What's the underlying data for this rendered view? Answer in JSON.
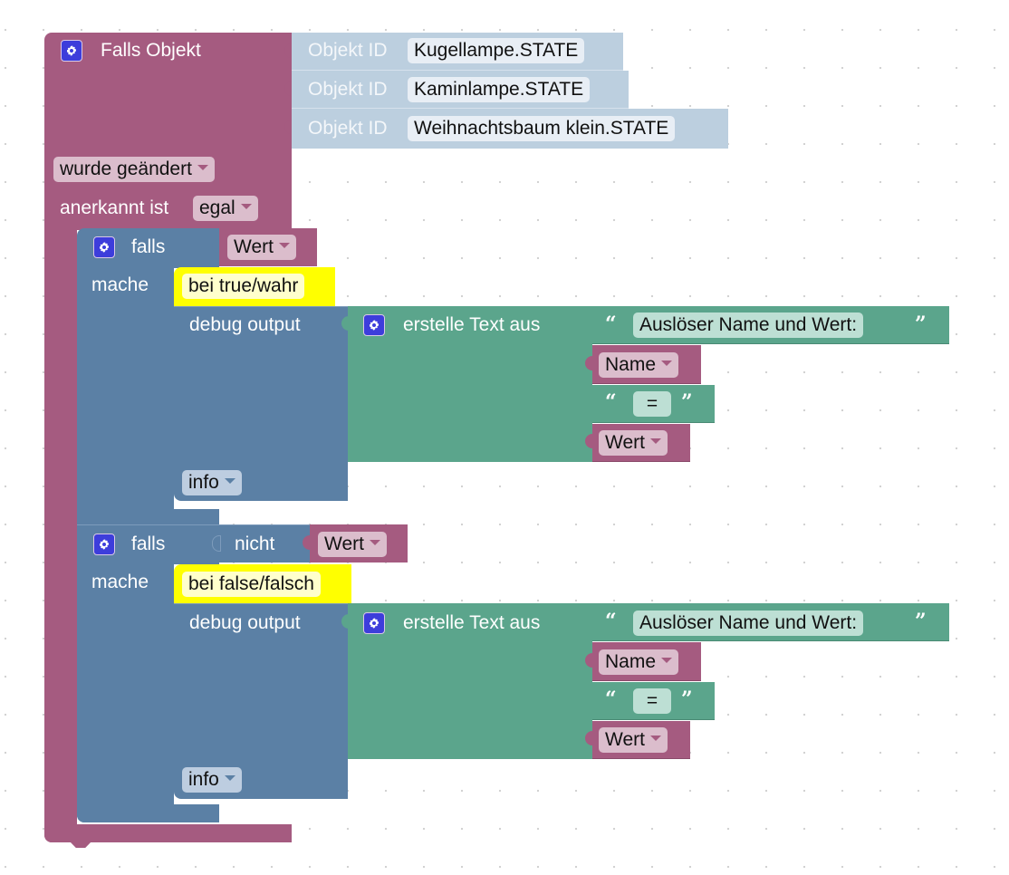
{
  "trigger_block": {
    "title": "Falls Objekt",
    "object_id_label": "Objekt ID",
    "object_ids": [
      "Kugellampe.STATE",
      "Kaminlampe.STATE",
      "Weihnachtsbaum klein.STATE"
    ],
    "condition_dropdown": "wurde geändert",
    "ack_label": "anerkannt ist",
    "ack_dropdown": "egal"
  },
  "if_blocks": [
    {
      "if_label": "falls",
      "negate_label": "",
      "condition_var": "Wert",
      "do_label": "mache",
      "comment": "bei true/wahr",
      "debug_label": "debug output",
      "text_join_label": "erstelle Text aus",
      "text_parts": {
        "prefix": "Auslöser Name und Wert:",
        "var1": "Name",
        "separator": "=",
        "var2": "Wert"
      },
      "log_level": "info"
    },
    {
      "if_label": "falls",
      "negate_label": "nicht",
      "condition_var": "Wert",
      "do_label": "mache",
      "comment": "bei false/falsch",
      "debug_label": "debug output",
      "text_join_label": "erstelle Text aus",
      "text_parts": {
        "prefix": "Auslöser Name und Wert:",
        "var1": "Name",
        "separator": "=",
        "var2": "Wert"
      },
      "log_level": "info"
    }
  ],
  "colors": {
    "trigger": "#a55b80",
    "logic": "#5b80a5",
    "text": "#5ba58c",
    "object_id": "#bccfdf",
    "comment": "#ffff00",
    "gear": "#3d3ddb"
  },
  "icons": {
    "gear": "gear-icon",
    "quote_open": "“",
    "quote_close": "”"
  }
}
